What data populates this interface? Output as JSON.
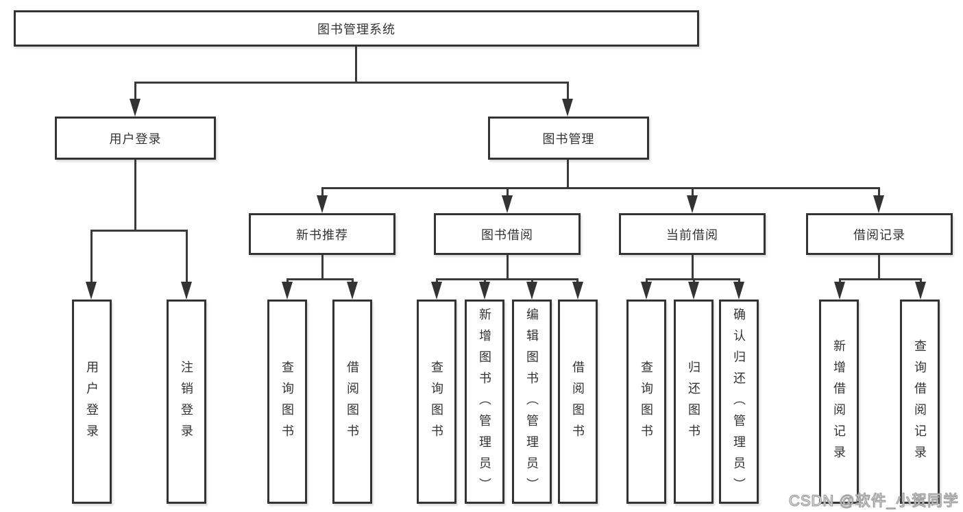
{
  "diagram": {
    "root": {
      "label": "图书管理系统"
    },
    "level1": [
      {
        "label": "用户登录"
      },
      {
        "label": "图书管理"
      }
    ],
    "level2": [
      {
        "label": "新书推荐"
      },
      {
        "label": "图书借阅"
      },
      {
        "label": "当前借阅"
      },
      {
        "label": "借阅记录"
      }
    ],
    "leaves": {
      "user_login": [
        {
          "label": "用户登录"
        },
        {
          "label": "注销登录"
        }
      ],
      "new_books": [
        {
          "label": "查询图书"
        },
        {
          "label": "借阅图书"
        }
      ],
      "book_borrow": [
        {
          "label": "查询图书"
        },
        {
          "label": "新增图书（管理员）"
        },
        {
          "label": "编辑图书（管理员）"
        },
        {
          "label": "借阅图书"
        }
      ],
      "current_borrow": [
        {
          "label": "查询图书"
        },
        {
          "label": "归还图书"
        },
        {
          "label": "确认归还（管理员）"
        }
      ],
      "borrow_records": [
        {
          "label": "新增借阅记录"
        },
        {
          "label": "查询借阅记录"
        }
      ]
    }
  },
  "watermark": {
    "text": "CSDN @软件_小贺同学"
  },
  "colors": {
    "line": "#333333",
    "box_border": "#333333",
    "text": "#333333",
    "background": "#ffffff",
    "watermark_outline": "#9c9c9c",
    "watermark_fill": "#ffffff"
  }
}
